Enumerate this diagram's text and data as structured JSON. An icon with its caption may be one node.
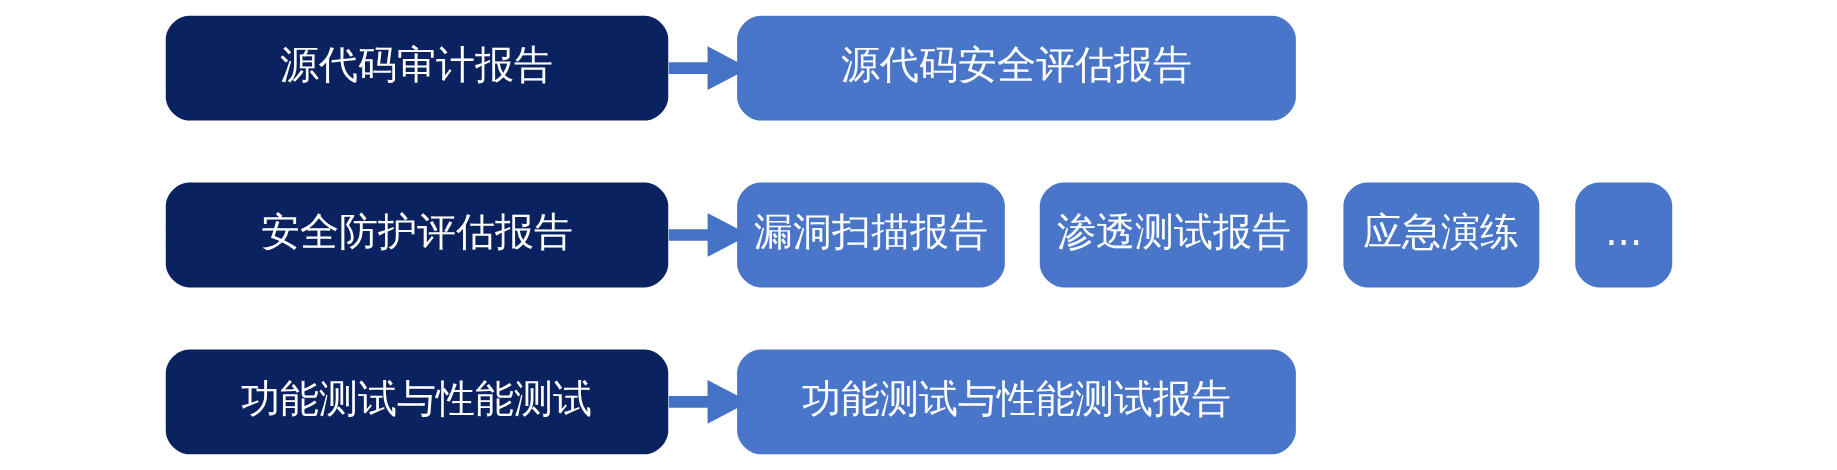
{
  "diagram": {
    "nodes": [
      {
        "text": [
          "源代码审计报告"
        ]
      },
      {
        "text": [
          "源代码安全评估报告"
        ]
      },
      {
        "text": [
          "安全防护评估报告"
        ]
      },
      {
        "text": [
          "漏洞扫描报告"
        ]
      },
      {
        "text": [
          "渗透测试报告"
        ]
      },
      {
        "text": [
          "应急演练"
        ]
      },
      {
        "text": [
          "..."
        ]
      },
      {
        "text": [
          "功能测试与性能测试"
        ]
      },
      {
        "text": [
          "功能测试与性能测试报告"
        ]
      }
    ],
    "edges": [
      {
        "from": 0,
        "to": 1,
        "arrow": "to"
      },
      {
        "from": 2,
        "to": 3,
        "arrow": "to"
      },
      {
        "from": 7,
        "to": 8,
        "arrow": "to"
      }
    ]
  }
}
